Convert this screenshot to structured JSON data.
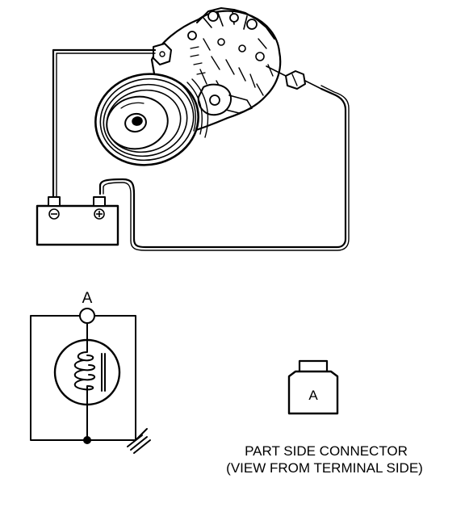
{
  "colors": {
    "ink": "#000000",
    "paper": "#ffffff"
  },
  "battery": {
    "negative_symbol": "⊖",
    "positive_symbol": "⊕"
  },
  "schematic": {
    "terminal_label": "A",
    "coil_symbol": "magnetic-clutch-coil",
    "ground_symbol": "ground-icon"
  },
  "connector": {
    "terminal_label": "A",
    "caption_line1": "PART SIDE CONNECTOR",
    "caption_line2": "(VIEW FROM TERMINAL SIDE)"
  }
}
